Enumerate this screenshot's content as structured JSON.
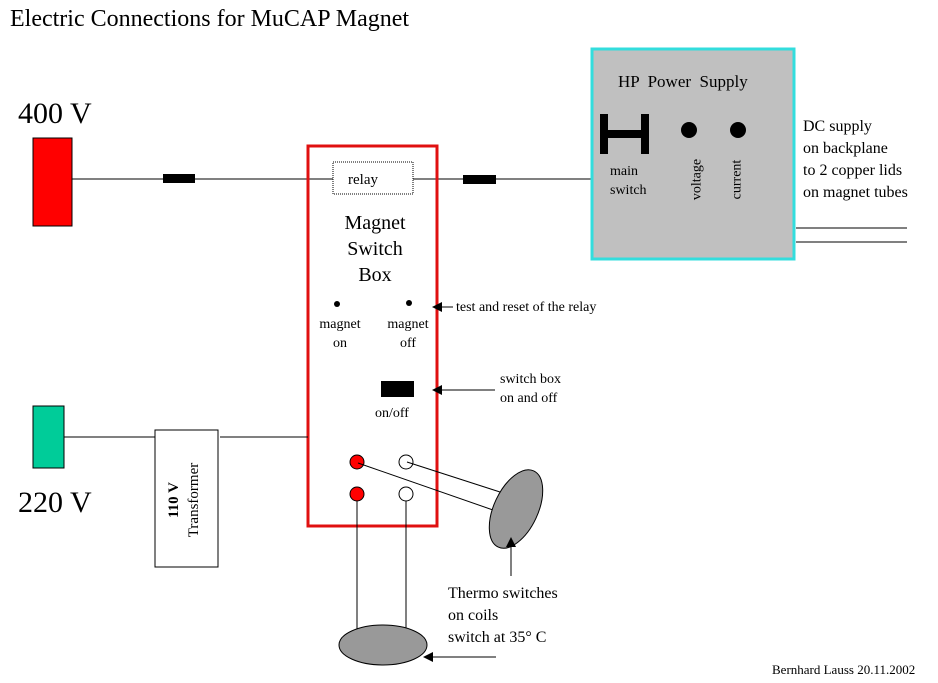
{
  "title": "Electric Connections for MuCAP Magnet",
  "sources": {
    "v400": {
      "label": "400 V",
      "color": "#ff0000"
    },
    "v220": {
      "label": "220 V",
      "color": "#00cc99"
    }
  },
  "transformer": {
    "line1": "110 V",
    "line2": "Transformer"
  },
  "switch_box": {
    "relay_label": "relay",
    "title_lines": [
      "Magnet",
      "Switch",
      "Box"
    ],
    "border_color": "#e01010",
    "magnet_on": [
      "magnet",
      "on"
    ],
    "magnet_off": [
      "magnet",
      "off"
    ],
    "onoff_label": "on/off"
  },
  "power_supply": {
    "title": "HP  Power  Supply",
    "main_switch": [
      "main",
      "switch"
    ],
    "voltage": "voltage",
    "current": "current",
    "fill_color": "#c0c0c0",
    "border_color": "#33dddd"
  },
  "annotations": {
    "dc_supply": [
      "DC supply",
      "on backplane",
      "to 2 copper lids",
      "on magnet tubes"
    ],
    "test_reset": "test and reset of  the relay",
    "switch_box_onoff": [
      "switch box",
      "on and off"
    ],
    "thermo": [
      "Thermo switches",
      "on coils",
      "switch at 35° C"
    ]
  },
  "footer": {
    "author": "Bernhard Lauss 20.11.2002"
  }
}
